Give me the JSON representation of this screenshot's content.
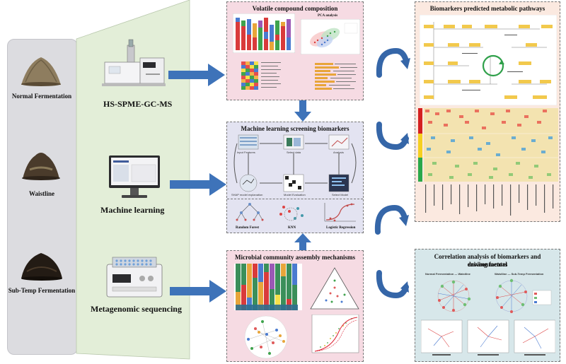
{
  "samples": [
    {
      "label": "Normal Fermentation"
    },
    {
      "label": "Waistline"
    },
    {
      "label": "Sub-Temp Fermentation"
    }
  ],
  "methods": [
    {
      "label": "HS-SPME-GC-MS"
    },
    {
      "label": "Machine learning"
    },
    {
      "label": "Metagenomic sequencing"
    }
  ],
  "boxes": {
    "volatile": {
      "title": "Volatile compound composition",
      "pca_title": "PCA analysis"
    },
    "ml": {
      "title": "Machine learning screening biomarkers",
      "steps": [
        "Input Features",
        "Select data",
        "Analysis",
        "SHAP model explanation",
        "Model Evaluation",
        "Select Model"
      ],
      "models": [
        "Random Forest",
        "KNN",
        "Logistic Regression"
      ]
    },
    "microbial": {
      "title": "Microbial community assembly mechanisms"
    },
    "pathways": {
      "title": "Biomarkers predicted metabolic pathways"
    },
    "correlation": {
      "title_line1": "Correlation analysis of biomarkers and environmental",
      "title_line2": "driving factors",
      "sub_left": "Normal Fermentation — Waistline",
      "sub_right": "Waistline — Sub-Temp Fermentation"
    }
  },
  "colors": {
    "arrow_blue": "#3e73b9",
    "curve_blue": "#3566a8",
    "wedge_green": "#e3eed8",
    "pink": "#f6dbe3",
    "lavender": "#e3e3f1",
    "peach": "#fbe9e0",
    "teal": "#d7e7ea"
  }
}
